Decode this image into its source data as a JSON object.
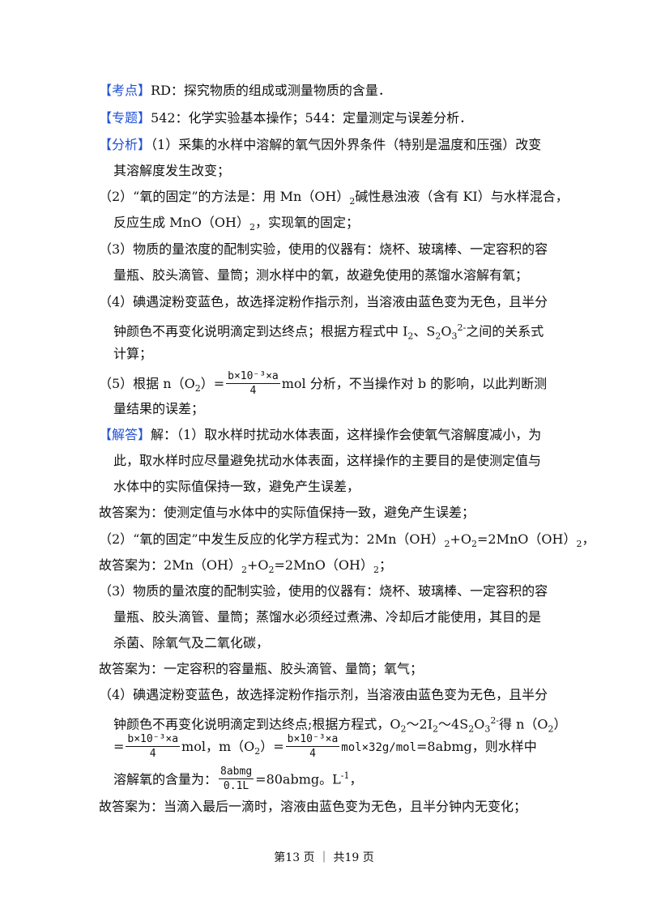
{
  "labels": {
    "kaodian": "【考点】",
    "zhuanti": "【专题】",
    "fenxi": "【分析】",
    "jieda": "【解答】"
  },
  "kaodian_text": "RD：探究物质的组成或测量物质的含量．",
  "zhuanti_text": "542：化学实验基本操作；544：定量测定与误差分析．",
  "fenxi_1a": "（1）采集的水样中溶解的氧气因外界条件（特别是温度和压强）改变",
  "fenxi_1b": "其溶解度发生改变；",
  "fenxi_2a_pre": "（2）“氧的固定”的方法是：用 Mn（OH）",
  "fenxi_2a_post": "碱性悬浊液（含有 KI）与水样混合，",
  "fenxi_2b_pre": "反应生成 MnO（OH）",
  "fenxi_2b_post": "，实现氧的固定；",
  "fenxi_3a": "（3）物质的量浓度的配制实验，使用的仪器有：烧杯、玻璃棒、一定容积的容",
  "fenxi_3b": "量瓶、胶头滴管、量筒；测水样中的氧，故避免使用的蒸馏水溶解有氧；",
  "fenxi_4a": "（4）碘遇淀粉变蓝色，故选择淀粉作指示剂，当溶液由蓝色变为无色，且半分",
  "fenxi_4b_pre": "钟颜色不再变化说明滴定到达终点；根据方程式中 I",
  "fenxi_4b_mid": "、S",
  "fenxi_4b_post": "之间的关系式",
  "fenxi_4c": "计算；",
  "fenxi_5a_pre": "（5）根据 n（O",
  "fenxi_5a_mid": "）=",
  "fenxi_5a_post": "mol 分析，不当操作对 b 的影响，以此判断测",
  "fenxi_5b": "量结果的误差；",
  "frac_num": "b×10⁻³×a",
  "frac_den": "4",
  "jieda_1a": "解：（1）取水样时扰动水体表面，这样操作会使氧气溶解度减小，为",
  "jieda_1b": "此，取水样时应尽量避免扰动水体表面，这样操作的主要目的是使测定值与",
  "jieda_1c": "水体中的实际值保持一致，避免产生误差，",
  "ans_1": "故答案为：使测定值与水体中的实际值保持一致，避免产生误差；",
  "jieda_2_pre": "（2）“氧的固定”中发生反应的化学方程式为：2Mn（OH）",
  "jieda_2_mid": "+O",
  "jieda_2_post": "=2MnO（OH）",
  "ans_2_pre": "故答案为：2Mn（OH）",
  "ans_2_post": "=2MnO（OH）",
  "jieda_3a": "（3）物质的量浓度的配制实验，使用的仪器有：烧杯、玻璃棒、一定容积的容",
  "jieda_3b": "量瓶、胶头滴管、量筒；蒸馏水必须经过煮沸、冷却后才能使用，其目的是",
  "jieda_3c": "杀菌、除氧气及二氧化碳，",
  "ans_3": "故答案为：一定容积的容量瓶、胶头滴管、量筒；氧气；",
  "jieda_4a": "（4）碘遇淀粉变蓝色，故选择淀粉作指示剂，当溶液由蓝色变为无色，且半分",
  "jieda_4b_pre": "钟颜色不再变化说明滴定到达终点;根据方程式，O",
  "jieda_4b_m1": "～2I",
  "jieda_4b_m2": "～4S",
  "jieda_4b_post": "得 n（O",
  "jieda_4c_a": "mol，m（O",
  "jieda_4c_b": "）=",
  "jieda_4c_c": "mol×32g/mol",
  "jieda_4c_d": "=8abmg，则水样中",
  "jieda_4d_pre": "溶解氧的含量为：",
  "frac2_num": "8abmg",
  "frac2_den": "0.1L",
  "jieda_4d_post": "=80abmg。L",
  "ans_4": "故答案为：当滴入最后一滴时，溶液由蓝色变为无色，且半分钟内无变化；",
  "footer": "第13 页 ｜ 共19 页"
}
